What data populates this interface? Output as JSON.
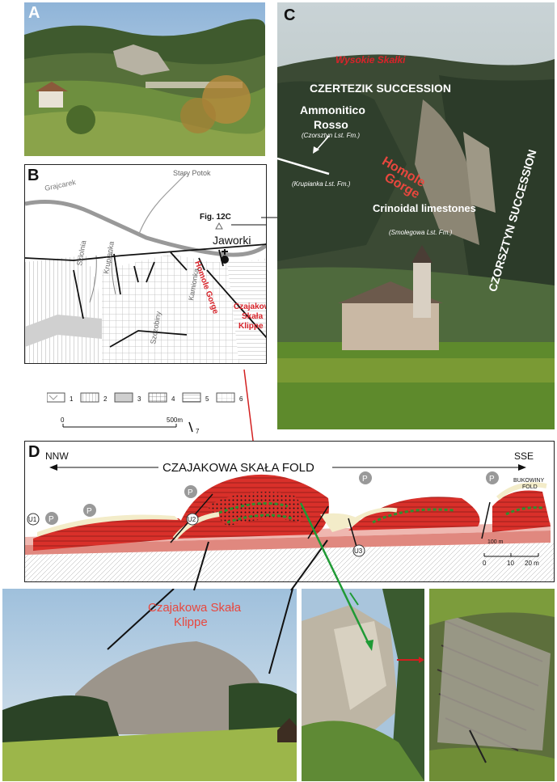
{
  "panel_labels": {
    "a": "A",
    "b": "B",
    "c": "C",
    "d": "D"
  },
  "panel_c": {
    "top_title": "Wysokie Skałki",
    "czertezik": "CZERTEZIK SUCCESSION",
    "ammonitico": "Ammonitico",
    "rosso": "Rosso",
    "czorsztyn_fm": "(Czorsztyn Lst. Fm.)",
    "krupianka_fm": "(Krupianka Lst. Fm.)",
    "homole": "Homole",
    "gorge": "Gorge",
    "crinoidal": "Crinoidal limestones",
    "smolegowa_fm": "(Smolegowa Lst. Fm.)",
    "czorsztyn_succession": "CZORSZTYN SUCCESSION"
  },
  "map": {
    "grajcarek": "Grajcarek",
    "stary_potok": "Stary Potok",
    "fig_ref": "Fig. 12C",
    "jaworki": "Jaworki",
    "szlolnia": "Szlolnia",
    "krupianka": "Krupianka",
    "homole_gorge": "Homole Gorge",
    "czajakowa_1": "Czajakowa",
    "czajakowa_2": "Skała",
    "czajakowa_3": "Klippe",
    "kamionka": "Kamionka",
    "szczobiny": "Szczobiny",
    "legend": [
      "1",
      "2",
      "3",
      "4",
      "5",
      "6"
    ],
    "scale_zero": "0",
    "scale_end": "500m",
    "legend_7": "7"
  },
  "section": {
    "nnw": "NNW",
    "sse": "SSE",
    "title": "CZAJAKOWA SKAŁA FOLD",
    "bukowiny_1": "BUKOWINY",
    "bukowiny_2": "FOLD",
    "p": "P",
    "u1": "U1",
    "u2": "U2",
    "u3": "U3",
    "scale_100": "100 m",
    "scale_0": "0",
    "scale_10": "10",
    "scale_20": "20 m"
  },
  "bottom_photo": {
    "line1": "Czajakowa Skała",
    "line2": "Klippe"
  },
  "colors": {
    "red_title": "#d8232a",
    "limestone_red": "#d9302a",
    "marl_pink": "#efb7b0",
    "cream": "#f3ecc9",
    "green_dots": "#2f8f2f",
    "arrow_red": "#d21f1f",
    "arrow_green": "#1f9a35"
  }
}
